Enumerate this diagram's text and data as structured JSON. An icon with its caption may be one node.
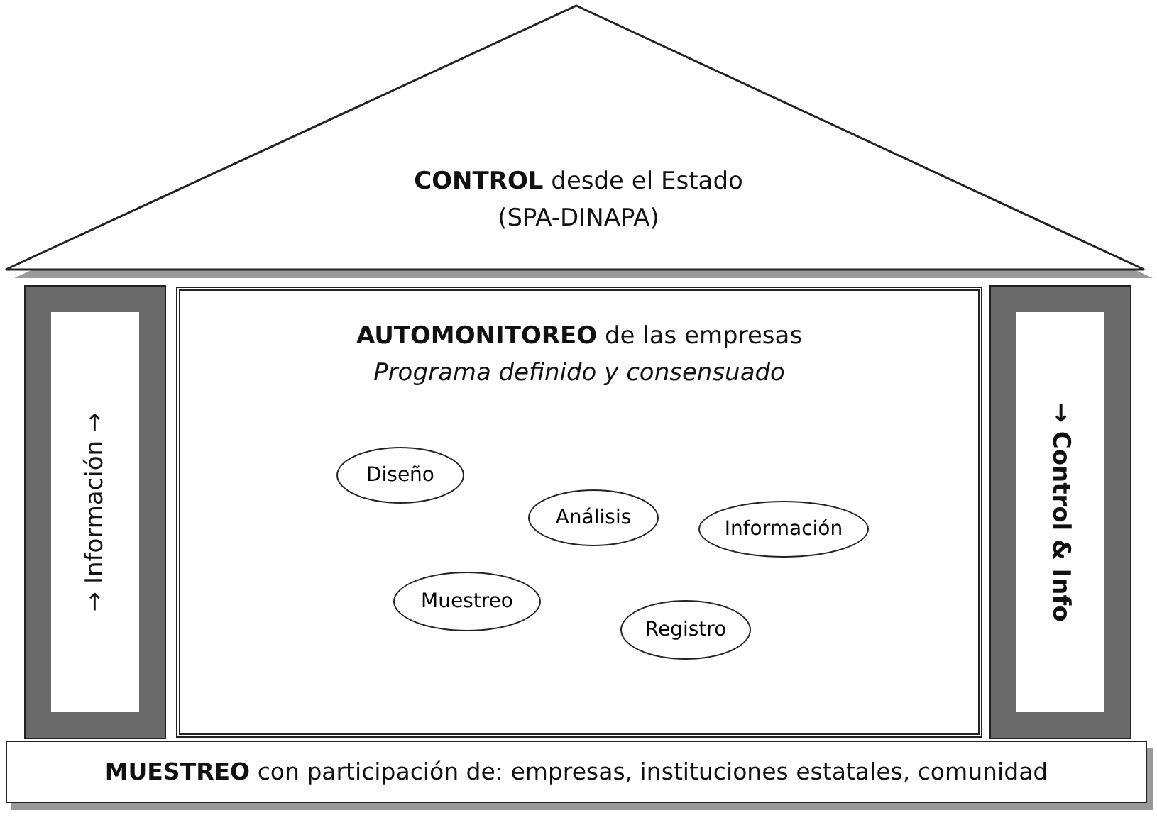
{
  "diagram": {
    "nodes": [
      {
        "text": [
          "**CONTROL** desde el Estado",
          "(SPA-DINAPA)"
        ]
      },
      {
        "text": [
          "→ Información →"
        ]
      },
      {
        "text": [
          "**AUTOMONITOREO** de las empresas",
          "Programa definido y consensuado"
        ]
      },
      {
        "text": [
          "Diseño"
        ],
        "in": 2
      },
      {
        "text": [
          "Análisis"
        ],
        "in": 2
      },
      {
        "text": [
          "Información"
        ],
        "in": 2
      },
      {
        "text": [
          "Muestreo"
        ],
        "in": 2
      },
      {
        "text": [
          "Registro"
        ],
        "in": 2
      },
      {
        "text": [
          "→ Control & Info"
        ]
      },
      {
        "text": [
          "**MUESTREO** con participación de: empresas, instituciones estatales, comunidad"
        ]
      }
    ]
  }
}
